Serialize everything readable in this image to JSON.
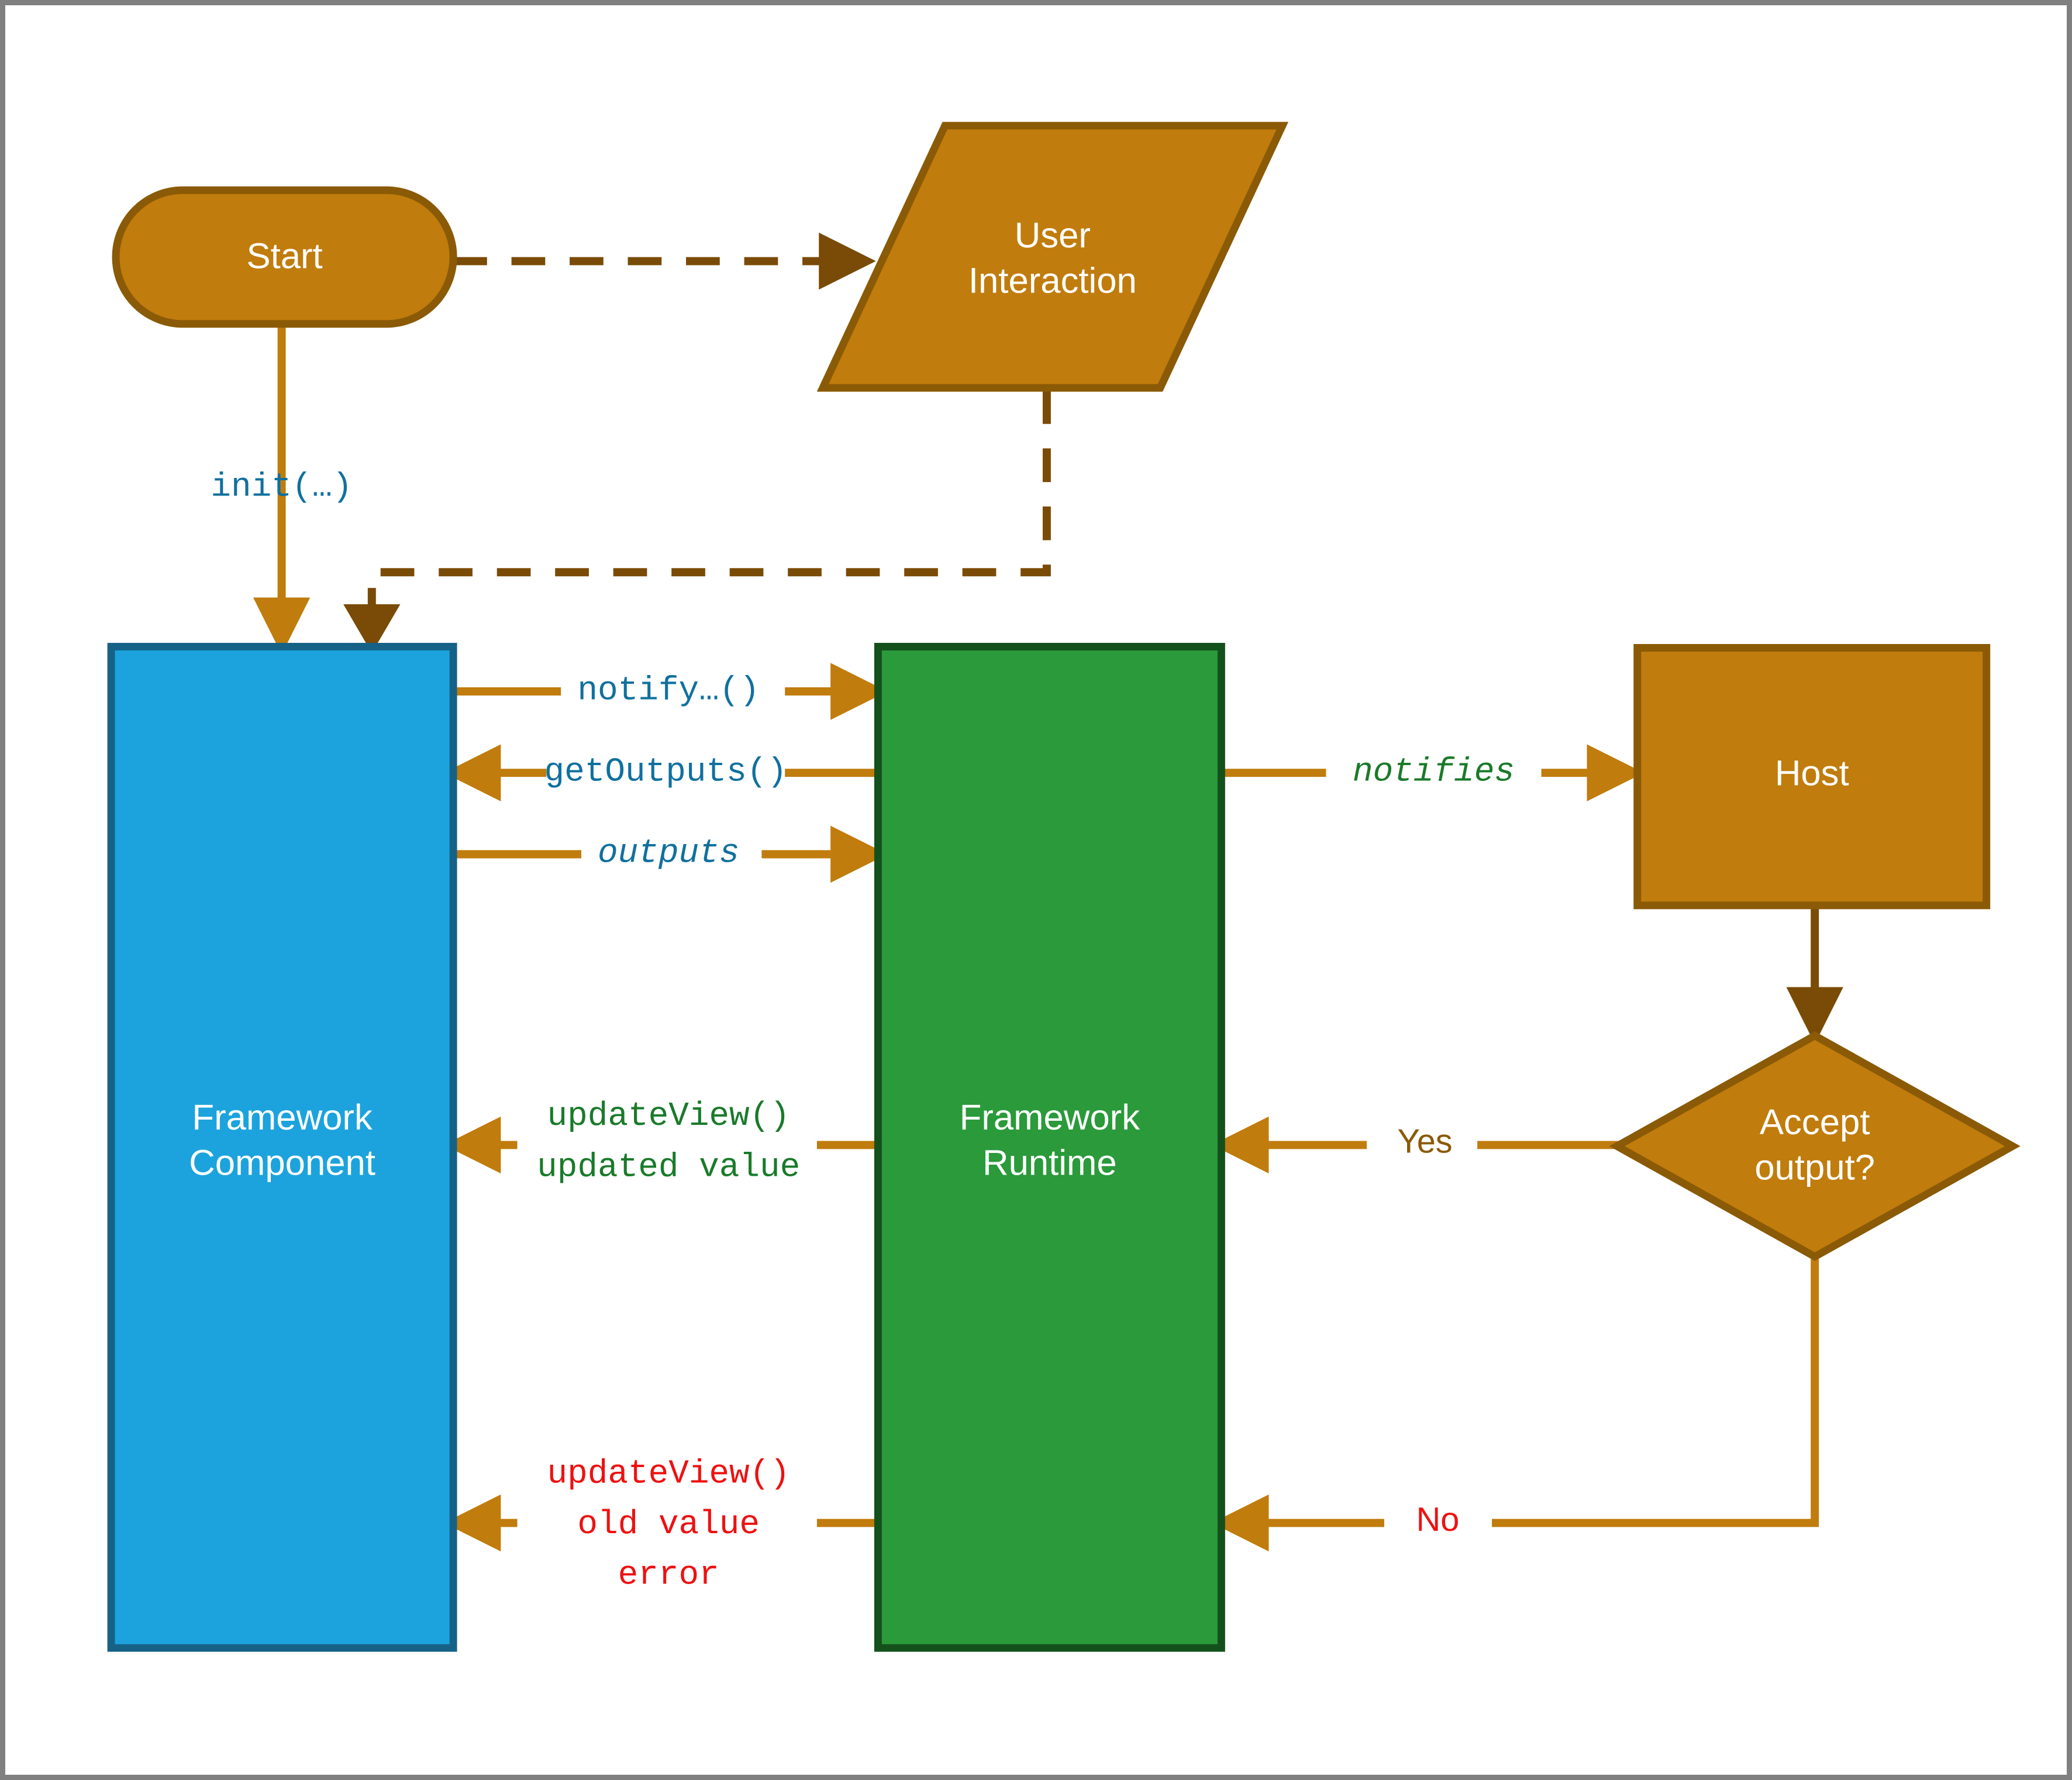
{
  "diagram": {
    "title": "Framework component / runtime interaction flow",
    "background_color": "#ffffff",
    "frame_border_color": "#808080",
    "palette": {
      "orange_fill": "#c07c0c",
      "orange_stroke": "#8a5a06",
      "edge_orange": "#c07c0c",
      "edge_dark_brown": "#7a4b06",
      "blue_fill": "#1ca3dd",
      "blue_stroke": "#166287",
      "green_fill": "#2a9a3a",
      "green_stroke": "#14501c",
      "label_blue": "#10709f",
      "label_green": "#1a7a2a",
      "label_red": "#ee1111",
      "label_brown": "#8a5a06",
      "node_text": "#ffffff"
    },
    "nodes": [
      {
        "id": "start",
        "label": "Start",
        "shape": "stadium",
        "fill": "#c07c0c",
        "stroke": "#8a5a06",
        "text_color": "#ffffff"
      },
      {
        "id": "user_interaction",
        "label_line1": "User",
        "label_line2": "Interaction",
        "shape": "parallelogram",
        "fill": "#c07c0c",
        "stroke": "#8a5a06",
        "text_color": "#ffffff"
      },
      {
        "id": "framework_component",
        "label_line1": "Framework",
        "label_line2": "Component",
        "shape": "rectangle",
        "fill": "#1ca3dd",
        "stroke": "#166287",
        "text_color": "#ffffff"
      },
      {
        "id": "framework_runtime",
        "label_line1": "Framework",
        "label_line2": "Runtime",
        "shape": "rectangle",
        "fill": "#2a9a3a",
        "stroke": "#14501c",
        "text_color": "#ffffff"
      },
      {
        "id": "host",
        "label": "Host",
        "shape": "rectangle",
        "fill": "#c07c0c",
        "stroke": "#8a5a06",
        "text_color": "#ffffff"
      },
      {
        "id": "accept_output",
        "label_line1": "Accept",
        "label_line2": "output?",
        "shape": "diamond",
        "fill": "#c07c0c",
        "stroke": "#8a5a06",
        "text_color": "#ffffff"
      }
    ],
    "edges": [
      {
        "id": "start-to-user",
        "from": "start",
        "to": "user_interaction",
        "label": "",
        "style": "dashed",
        "color": "#7a4b06"
      },
      {
        "id": "start-to-component",
        "from": "start",
        "to": "framework_component",
        "label": "init(…)",
        "style": "solid",
        "color": "#c07c0c",
        "label_color": "#10709f",
        "label_font": "mono"
      },
      {
        "id": "user-to-component",
        "from": "user_interaction",
        "to": "framework_component",
        "label": "",
        "style": "dashed",
        "color": "#7a4b06"
      },
      {
        "id": "component-to-runtime-notify",
        "from": "framework_component",
        "to": "framework_runtime",
        "label": "notify…()",
        "style": "solid",
        "color": "#c07c0c",
        "label_color": "#10709f",
        "label_font": "mono"
      },
      {
        "id": "runtime-to-component-getoutputs",
        "from": "framework_runtime",
        "to": "framework_component",
        "label": "getOutputs()",
        "style": "solid",
        "color": "#c07c0c",
        "label_color": "#10709f",
        "label_font": "mono"
      },
      {
        "id": "component-to-runtime-outputs",
        "from": "framework_component",
        "to": "framework_runtime",
        "label": "outputs",
        "style": "solid",
        "color": "#c07c0c",
        "label_color": "#10709f",
        "label_font": "mono-italic"
      },
      {
        "id": "runtime-to-host-notifies",
        "from": "framework_runtime",
        "to": "host",
        "label": "notifies",
        "style": "solid",
        "color": "#c07c0c",
        "label_color": "#1a7a2a",
        "label_font": "mono-italic"
      },
      {
        "id": "host-to-accept",
        "from": "host",
        "to": "accept_output",
        "label": "",
        "style": "solid",
        "color": "#7a4b06"
      },
      {
        "id": "accept-yes-to-runtime",
        "from": "accept_output",
        "to": "framework_runtime",
        "label": "Yes",
        "style": "solid",
        "color": "#c07c0c",
        "label_color": "#8a5a06",
        "label_font": "sans"
      },
      {
        "id": "accept-no-to-runtime",
        "from": "accept_output",
        "to": "framework_runtime",
        "label": "No",
        "style": "solid",
        "color": "#c07c0c",
        "label_color": "#ee1111",
        "label_font": "sans"
      },
      {
        "id": "runtime-to-component-updateview",
        "from": "framework_runtime",
        "to": "framework_component",
        "label_line1": "updateView()",
        "label_line2": "updated value",
        "style": "solid",
        "color": "#c07c0c",
        "label_color": "#1a7a2a",
        "label_font": "mono"
      },
      {
        "id": "runtime-to-component-error",
        "from": "framework_runtime",
        "to": "framework_component",
        "label_line1": "updateView()",
        "label_line2": "old value",
        "label_line3": "error",
        "style": "solid",
        "color": "#c07c0c",
        "label_color": "#ee1111",
        "label_font": "mono"
      }
    ]
  }
}
